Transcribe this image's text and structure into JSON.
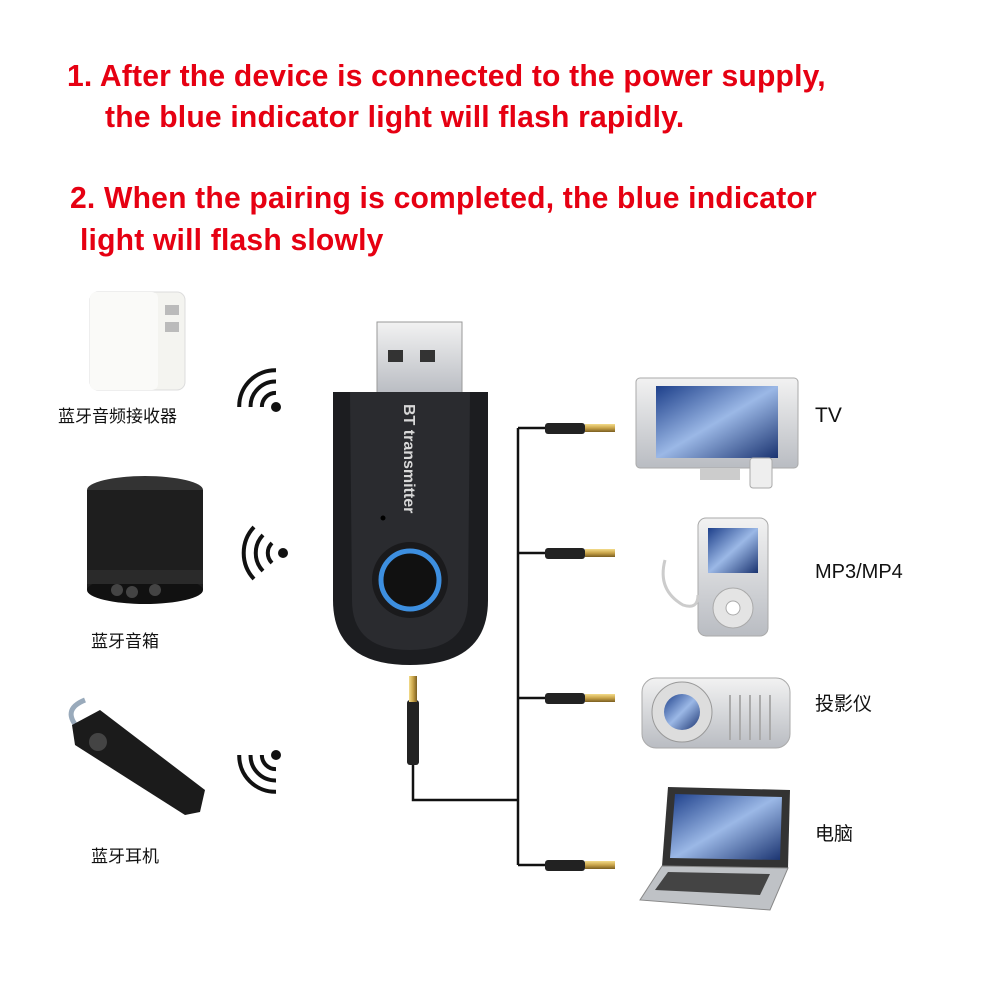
{
  "instructions": {
    "step1_line1": "1. After the device is connected to the power supply,",
    "step1_line2": "the blue indicator light will flash rapidly.",
    "step2_line1": "2. When the pairing is completed, the blue indicator",
    "step2_line2": "light will flash slowly"
  },
  "transmitter": {
    "label": "BT transmitter",
    "indicator_color": "#3d8fe0"
  },
  "sources": [
    {
      "label": "蓝牙音频接收器"
    },
    {
      "label": "蓝牙音箱"
    },
    {
      "label": "蓝牙耳机"
    }
  ],
  "outputs": [
    {
      "label": "TV"
    },
    {
      "label": "MP3/MP4"
    },
    {
      "label": "投影仪"
    },
    {
      "label": "电脑"
    }
  ],
  "colors": {
    "instruction_text": "#e60012",
    "wire": "#111111",
    "jack_gold": "#c9a44a"
  }
}
